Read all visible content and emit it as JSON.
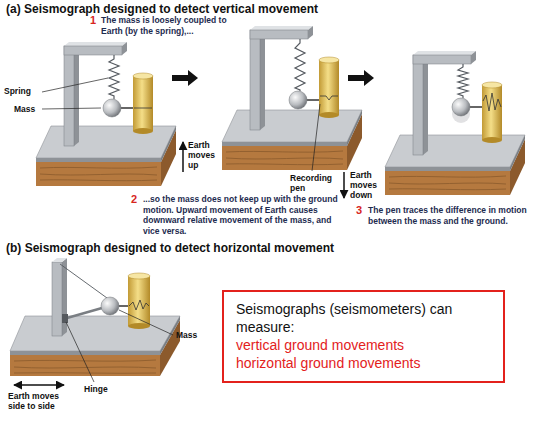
{
  "diagram": {
    "nodes": [
      {
        "text": [
          "Seismographs (seismometers) can measure:",
          "vertical ground movements",
          "horizontal ground movements"
        ]
      }
    ],
    "labels": [
      "(a) Seismograph designed to detect vertical movement",
      "1",
      "The mass is loosely coupled to Earth (by the spring),...",
      "Spring",
      "Mass",
      "Earth moves up",
      "Recording pen",
      "2",
      "...so the mass does not keep up with the ground motion. Upward movement of Earth causes downward relative movement of the mass, and vice versa.",
      "Earth moves down",
      "3",
      "The pen traces the difference in motion between the mass and the ground.",
      "(b) Seismograph designed to detect horizontal movement",
      "Mass",
      "Hinge",
      "Earth moves side to side"
    ]
  }
}
